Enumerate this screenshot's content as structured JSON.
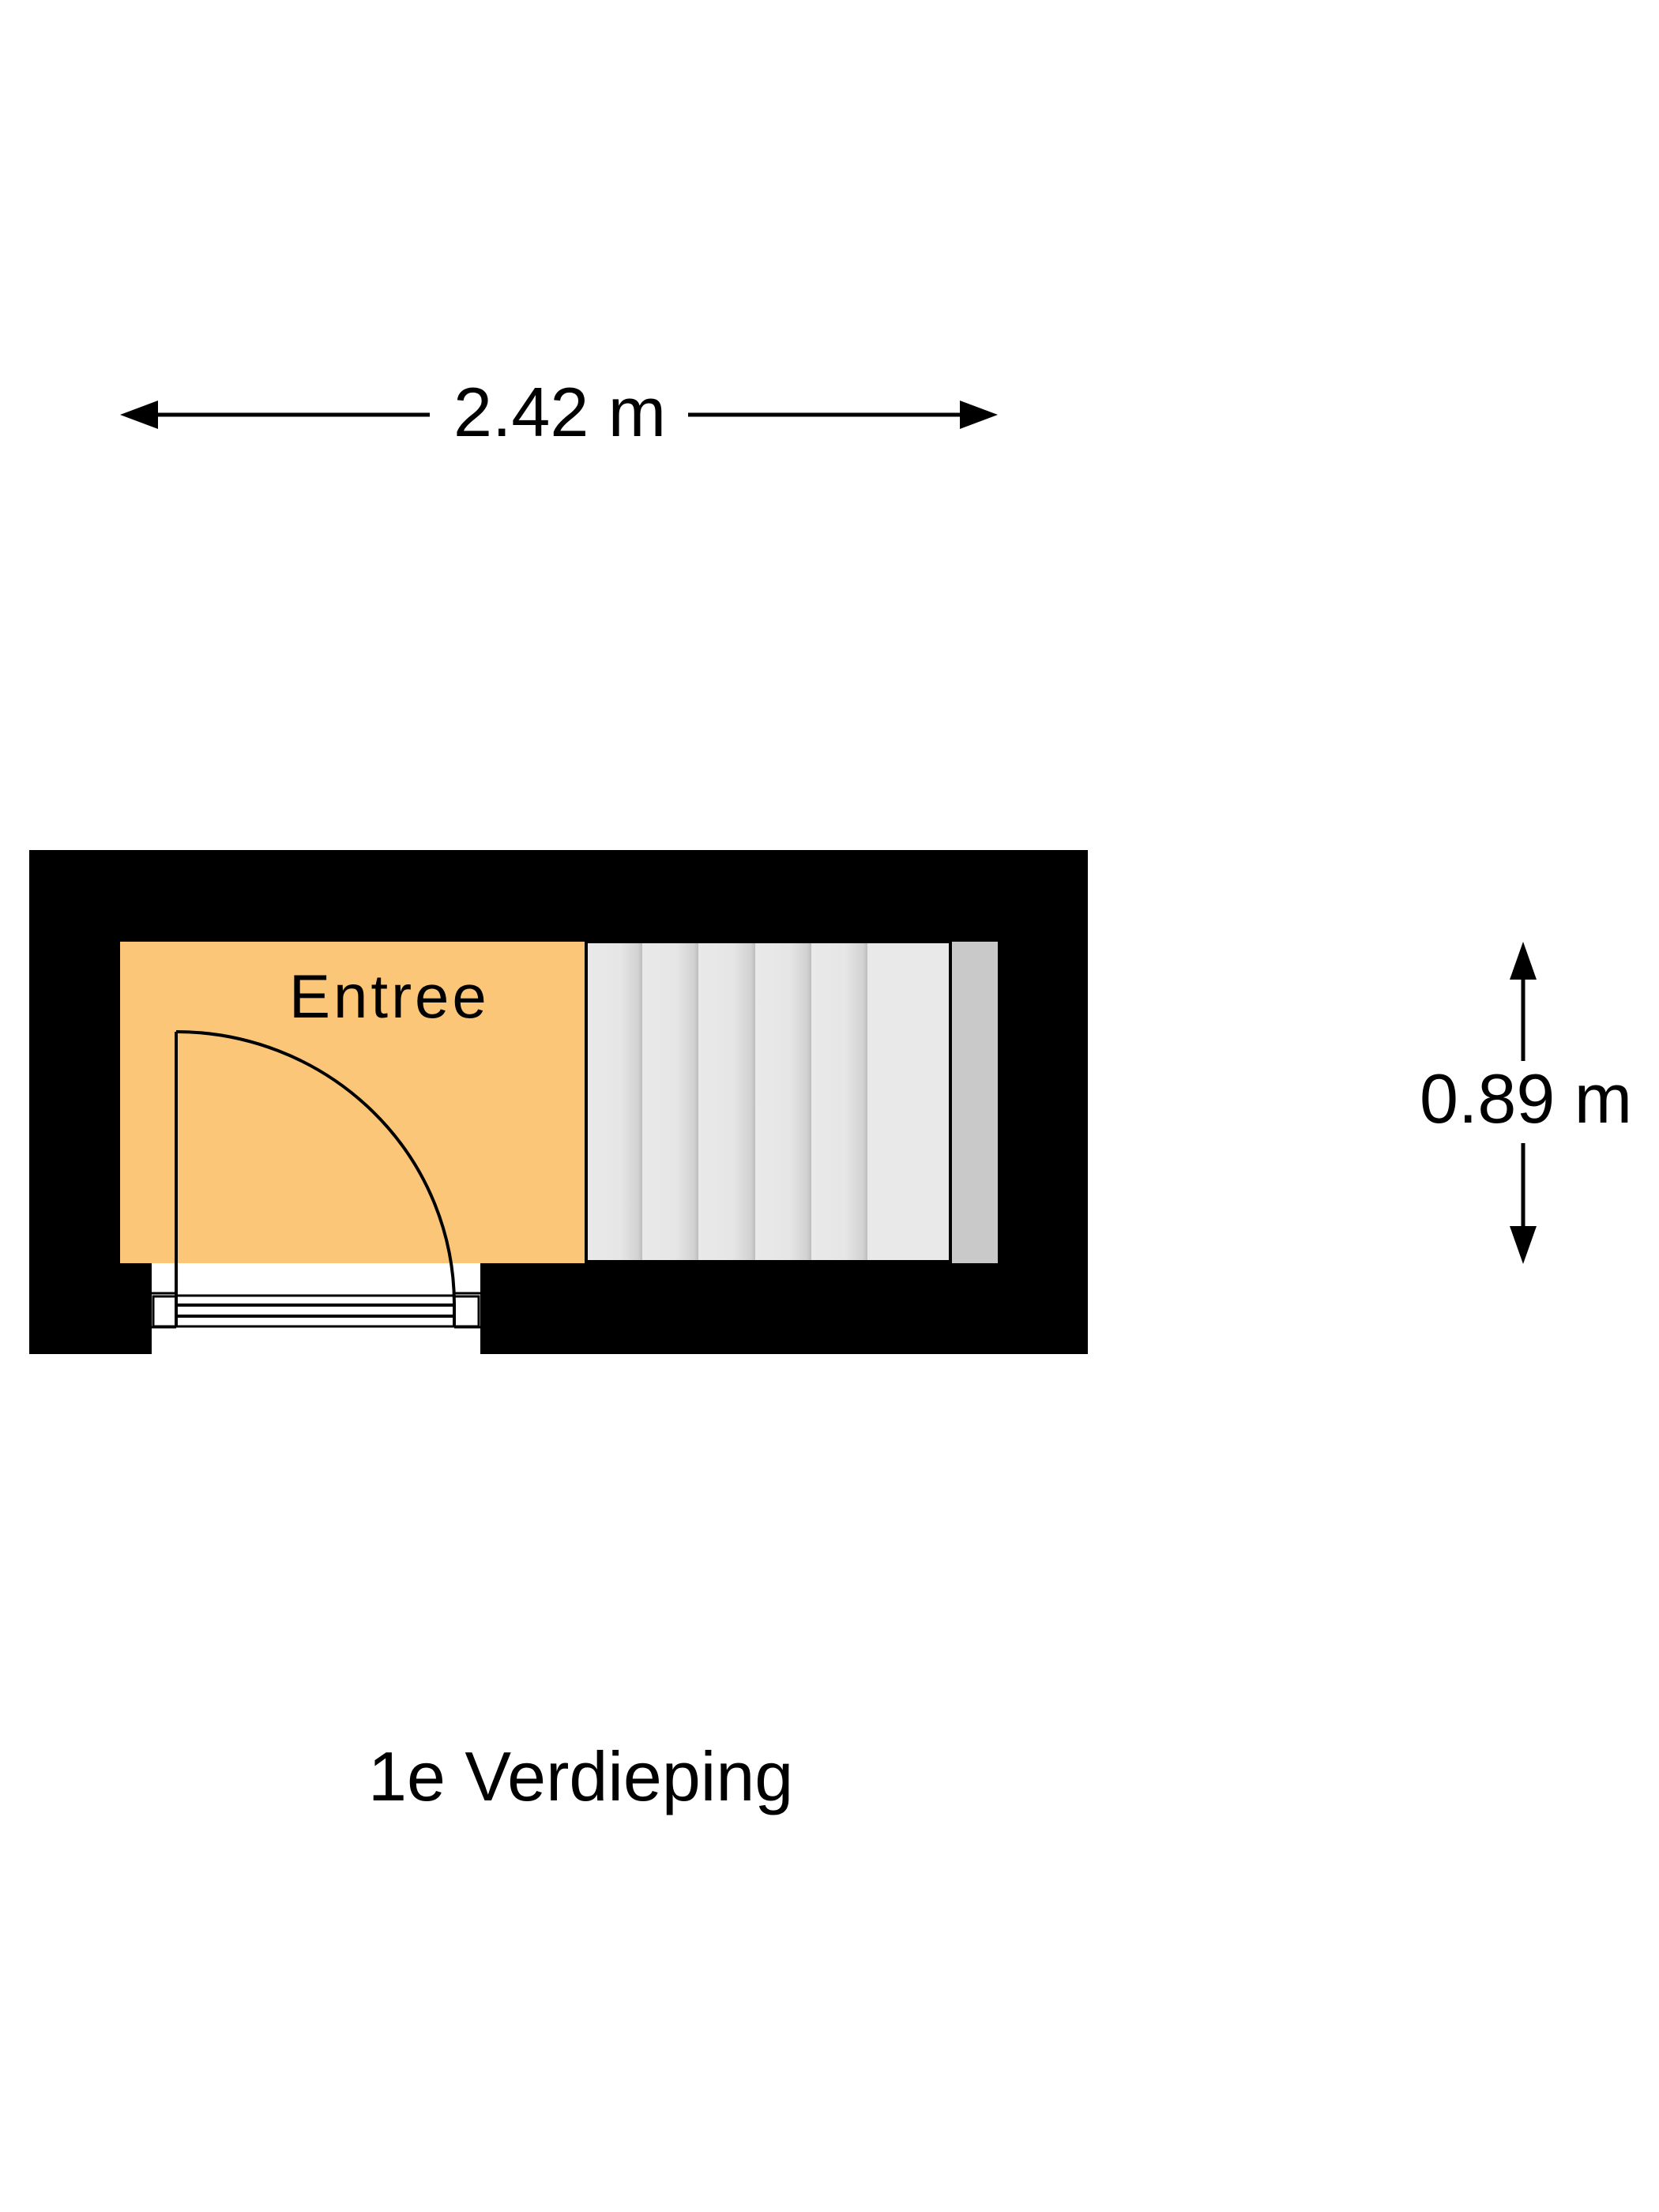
{
  "floorplan": {
    "floor_title": "1e Verdieping",
    "rooms": [
      {
        "name": "Entree",
        "fill_color": "#fbc677"
      }
    ],
    "dimensions": {
      "width": {
        "label": "2.42 m",
        "orientation": "horizontal"
      },
      "height": {
        "label": "0.89 m",
        "orientation": "vertical"
      }
    },
    "elements": {
      "walls_color": "#000000",
      "stair": {
        "steps": 6,
        "fill_color": "#e9e9e9",
        "landing_color": "#c9c9c9"
      },
      "door": {
        "type": "swing-door",
        "hinge": "left"
      }
    }
  }
}
